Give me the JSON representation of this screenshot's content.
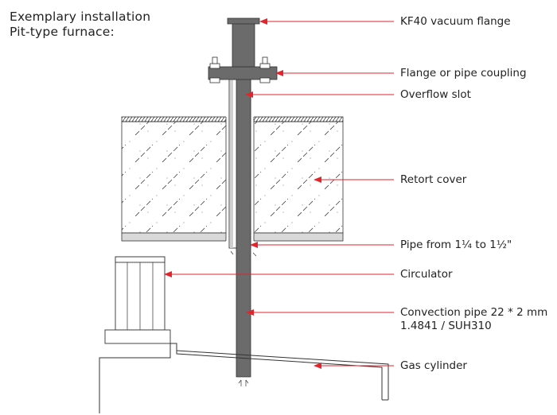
{
  "title": {
    "line1": "Exemplary installation",
    "line2": "Pit-type furnace:"
  },
  "labels": {
    "kf40": "KF40 vacuum flange",
    "flange": "Flange or pipe coupling",
    "overflow": "Overflow slot",
    "retort": "Retort cover",
    "pipe": "Pipe from 1¼ to 1½\"",
    "circulator": "Circulator",
    "convection_line1": "Convection pipe 22 * 2 mm",
    "convection_line2": "1.4841 / SUH310",
    "gas": "Gas cylinder"
  },
  "colors": {
    "arrow": "#e2242b",
    "pipe": "#666666",
    "outline": "#333333"
  }
}
